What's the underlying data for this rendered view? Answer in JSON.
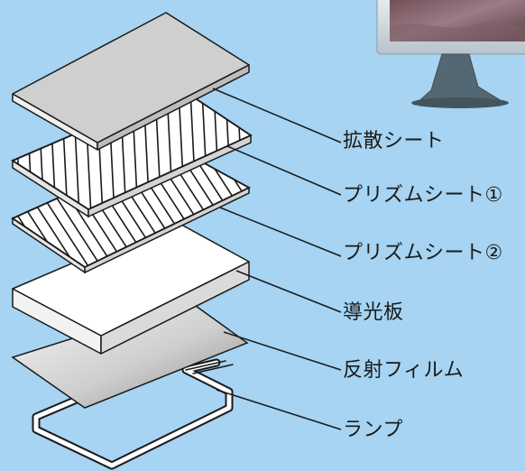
{
  "labels": {
    "diffuser_sheet": "拡散シート",
    "prism_sheet_1": "プリズムシート①",
    "prism_sheet_2": "プリズムシート②",
    "light_guide_plate": "導光板",
    "reflective_film": "反射フィルム",
    "lamp": "ランプ"
  },
  "colors": {
    "background": "#a6d4f2",
    "outline": "#1a1a1a",
    "diffuser_top": "#cfcfcf",
    "panel_white": "#ffffff",
    "reflector_light": "#f4f4f4",
    "reflector_dark": "#8a8a8a"
  }
}
